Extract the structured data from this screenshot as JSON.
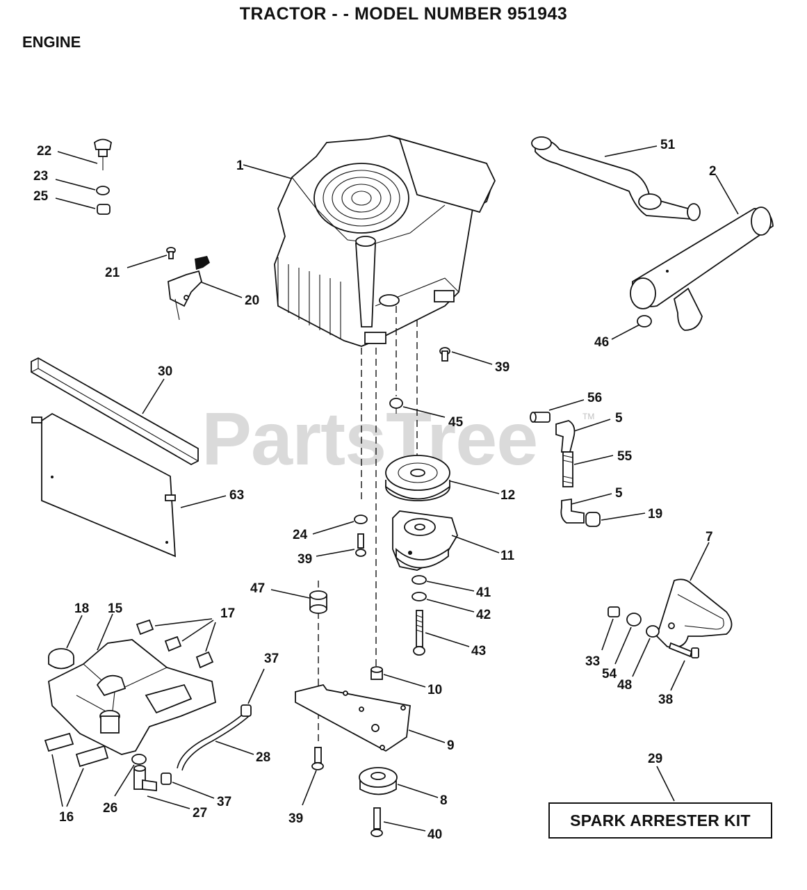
{
  "page": {
    "title": "TRACTOR - - MODEL NUMBER 951943",
    "section": "ENGINE"
  },
  "watermark": {
    "text": "PartsTree",
    "mark": "TM"
  },
  "kit_box": {
    "label": "SPARK ARRESTER KIT"
  },
  "callouts": {
    "c1": "1",
    "c2": "2",
    "c5a": "5",
    "c5b": "5",
    "c7": "7",
    "c8": "8",
    "c9": "9",
    "c10": "10",
    "c11": "11",
    "c12": "12",
    "c15": "15",
    "c16": "16",
    "c17": "17",
    "c18": "18",
    "c19": "19",
    "c20": "20",
    "c21": "21",
    "c22": "22",
    "c23": "23",
    "c24": "24",
    "c25": "25",
    "c26": "26",
    "c27": "27",
    "c28": "28",
    "c29": "29",
    "c30": "30",
    "c33": "33",
    "c37a": "37",
    "c37b": "37",
    "c38": "38",
    "c39a": "39",
    "c39b": "39",
    "c39c": "39",
    "c40": "40",
    "c41": "41",
    "c42": "42",
    "c43": "43",
    "c45": "45",
    "c46": "46",
    "c47": "47",
    "c48": "48",
    "c51": "51",
    "c54": "54",
    "c55": "55",
    "c56": "56",
    "c63": "63"
  }
}
